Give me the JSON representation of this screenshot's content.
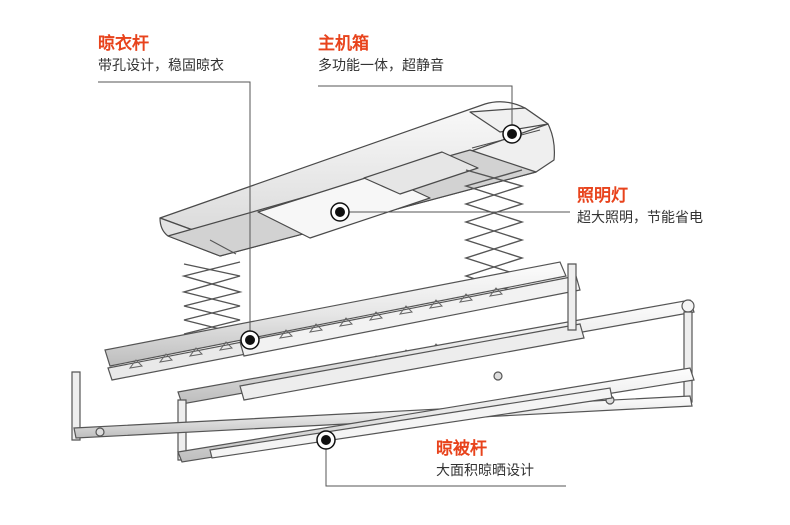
{
  "colors": {
    "title": "#e8431c",
    "text": "#333333",
    "line": "#555555",
    "marker": "#111111"
  },
  "callouts": {
    "hanger_rod": {
      "title": "晾衣杆",
      "desc": "带孔设计，稳固晾衣"
    },
    "main_box": {
      "title": "主机箱",
      "desc": "多功能一体，超静音"
    },
    "light": {
      "title": "照明灯",
      "desc": "超大照明，节能省电"
    },
    "quilt_rod": {
      "title": "晾被杆",
      "desc": "大面积晾晒设计"
    }
  }
}
